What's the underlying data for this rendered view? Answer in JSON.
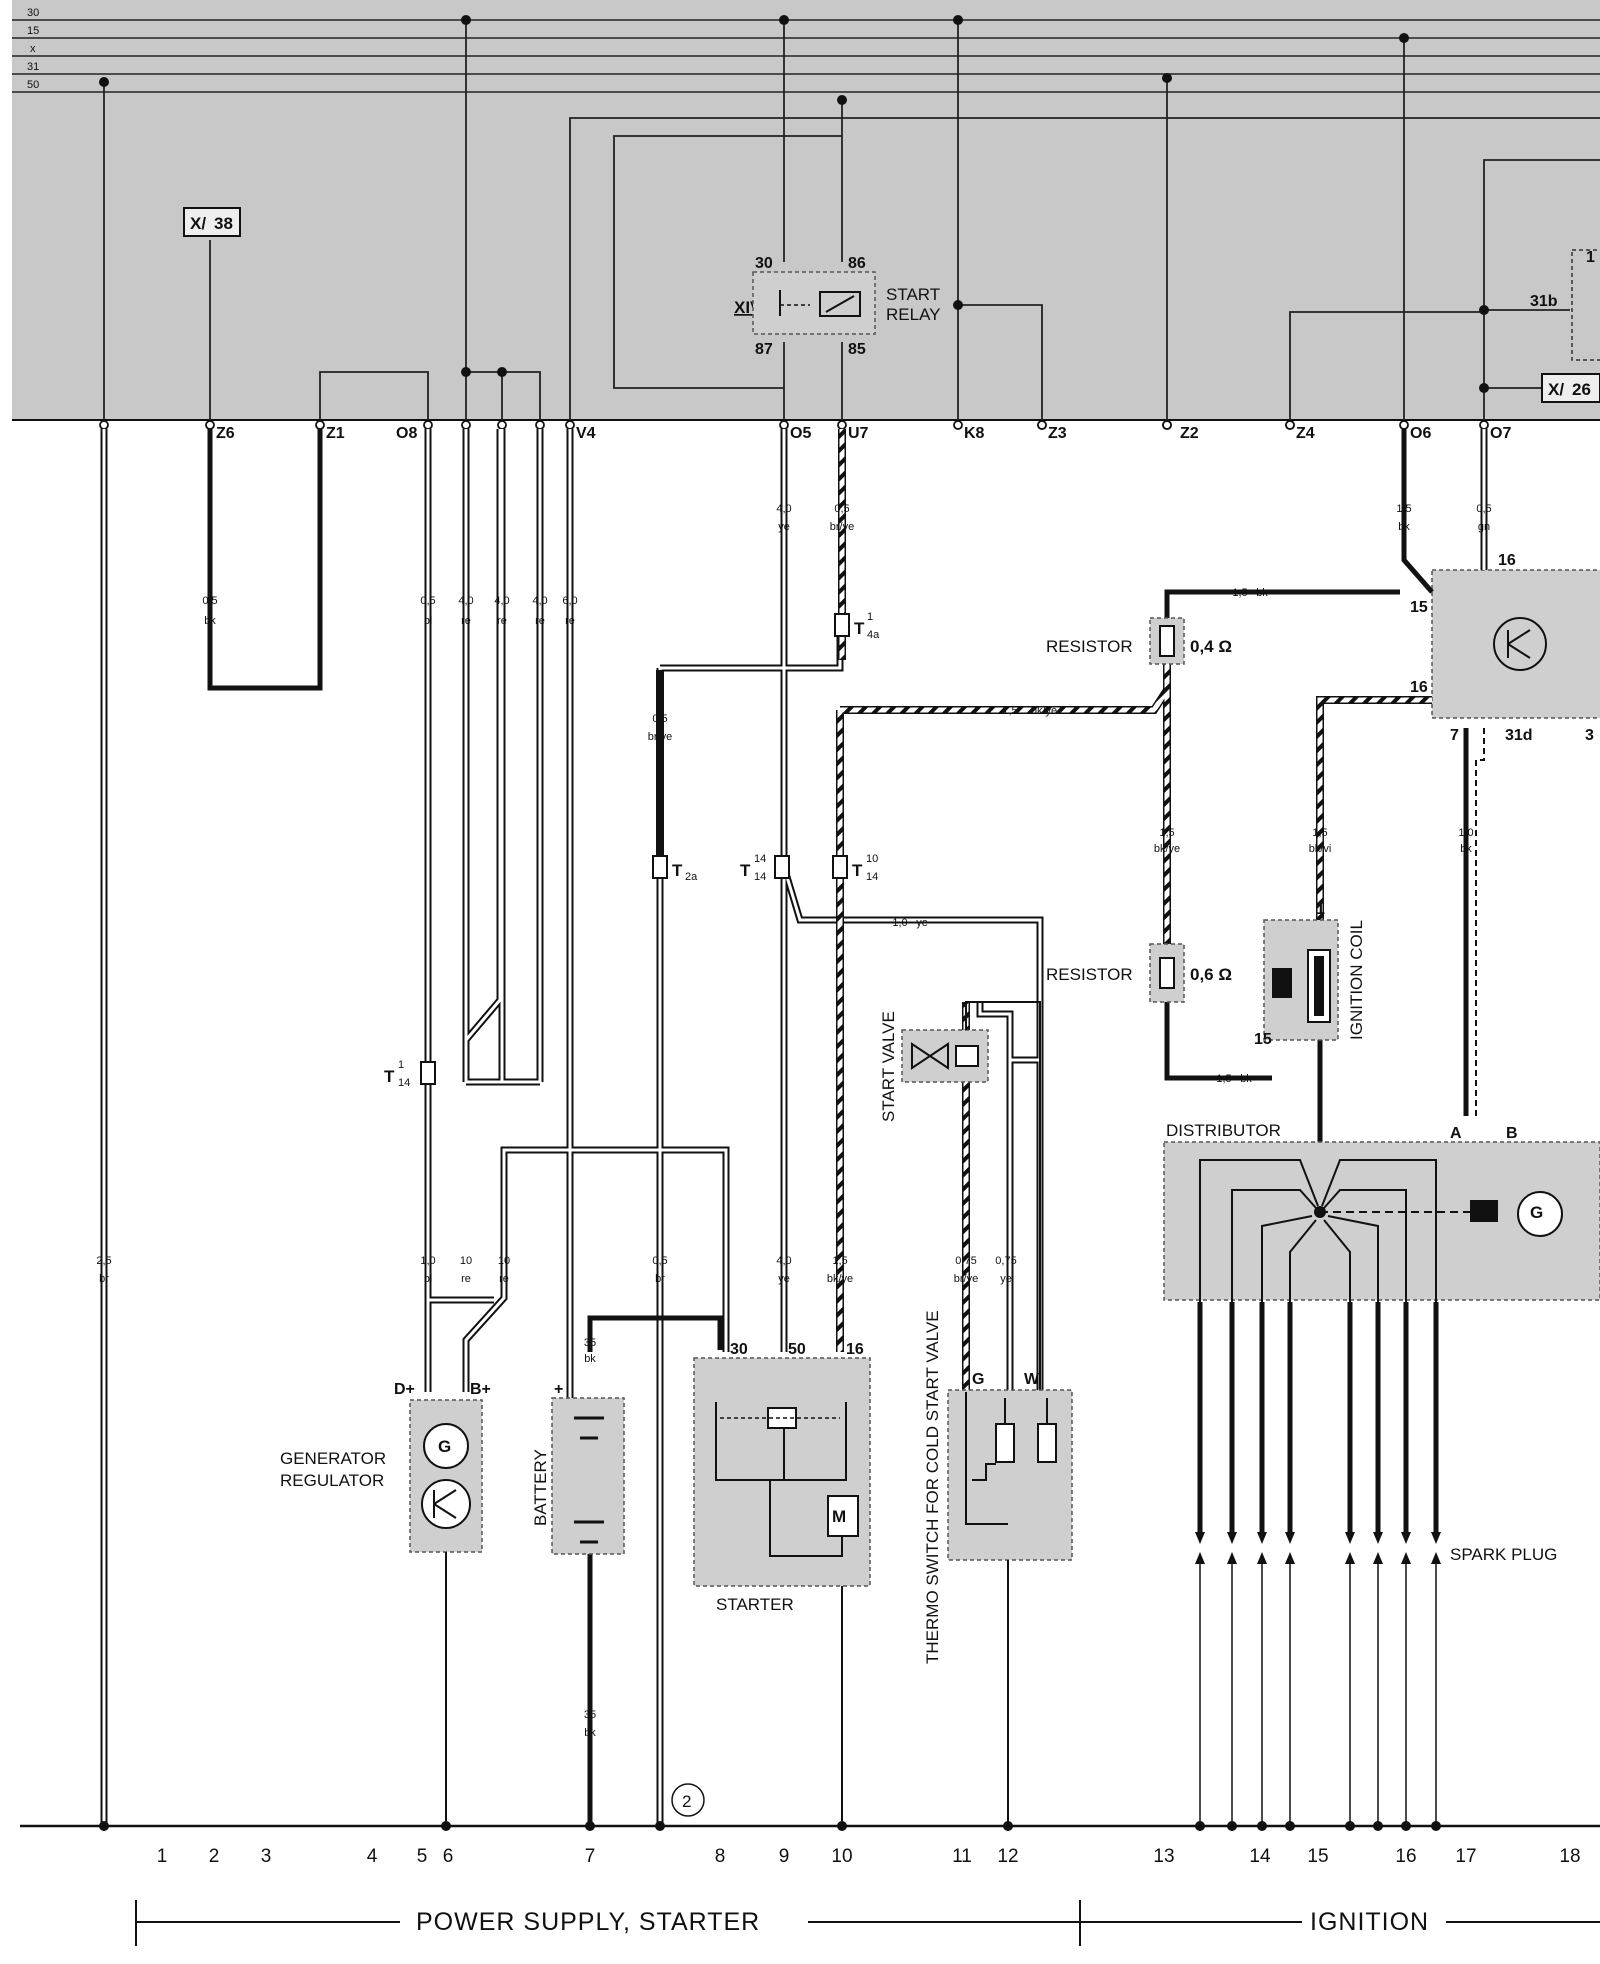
{
  "bus_lines": [
    {
      "id": "l30",
      "label": "30"
    },
    {
      "id": "l15",
      "label": "15"
    },
    {
      "id": "lx",
      "label": "x"
    },
    {
      "id": "l31",
      "label": "31"
    },
    {
      "id": "l50",
      "label": "50"
    }
  ],
  "connectors": {
    "z6": "Z6",
    "z1": "Z1",
    "o8": "O8",
    "v4": "V4",
    "o5": "O5",
    "u7": "U7",
    "k8": "K8",
    "z3": "Z3",
    "z2": "Z2",
    "z4": "Z4",
    "o6": "O6",
    "o7": "O7"
  },
  "fuse_refs": {
    "x38": "38",
    "x26": "26",
    "xiv": "XIV"
  },
  "start_relay": {
    "title_line1": "START",
    "title_line2": "RELAY",
    "pin30": "30",
    "pin86": "86",
    "pin87": "87",
    "pin85": "85"
  },
  "wires": {
    "z6": {
      "size": "0,5",
      "color": "bk"
    },
    "o8": {
      "size": "0,5",
      "color": "bl"
    },
    "re1": {
      "size": "4,0",
      "color": "re"
    },
    "re2": {
      "size": "4,0",
      "color": "re"
    },
    "re3": {
      "size": "4,0",
      "color": "re"
    },
    "v4": {
      "size": "6,0",
      "color": "re"
    },
    "o5": {
      "size": "4,0",
      "color": "ye"
    },
    "u7": {
      "size": "0,5",
      "color": "br/ye"
    },
    "o6": {
      "size": "1,5",
      "color": "bk"
    },
    "o7": {
      "size": "0,5",
      "color": "gn"
    },
    "ign15": {
      "size": "1,5",
      "color": "bk"
    },
    "bkye": {
      "size": "1,5",
      "color": "bk/ye"
    },
    "bkye_v": {
      "size": "1,5",
      "color": "bk/ye"
    },
    "bkvi": {
      "size": "1,5",
      "color": "bk/vi"
    },
    "brye_t2a": {
      "size": "0,5",
      "color": "br/ye"
    },
    "ye10": {
      "size": "1,0",
      "color": "ye"
    },
    "bk10": {
      "size": "1,0",
      "color": "bk"
    },
    "coil15": {
      "size": "1,5",
      "color": "bk"
    },
    "br25": {
      "size": "2,5",
      "color": "br"
    },
    "bl10": {
      "size": "1,0",
      "color": "bl"
    },
    "re10a": {
      "size": "10",
      "color": "re"
    },
    "re10b": {
      "size": "10",
      "color": "re"
    },
    "br05": {
      "size": "0,5",
      "color": "br"
    },
    "ye40": {
      "size": "4,0",
      "color": "ye"
    },
    "bkye15": {
      "size": "1,5",
      "color": "bk/ye"
    },
    "bat_plus": {
      "size": "35",
      "color": "bk"
    },
    "bat_minus": {
      "size": "35",
      "color": "bk"
    },
    "thermo_g": {
      "size": "0,75",
      "color": "br/ye"
    },
    "thermo_w": {
      "size": "0,75",
      "color": "ye"
    }
  },
  "plugs": {
    "t4a": {
      "main": "T",
      "sup": "1",
      "sub": "4a"
    },
    "t2a": {
      "main": "T",
      "sup": "",
      "sub": "2a"
    },
    "t14_14": {
      "main": "T",
      "sup": "14",
      "sub": "14"
    },
    "t14_10": {
      "main": "T",
      "sup": "10",
      "sub": "14"
    },
    "t14_1": {
      "main": "T",
      "sup": "1",
      "sub": "14"
    }
  },
  "components": {
    "resistor1": {
      "label": "RESISTOR",
      "value": "0,4 Ω"
    },
    "resistor2": {
      "label": "RESISTOR",
      "value": "0,6 Ω"
    },
    "ignition_coil": {
      "label": "IGNITION COIL",
      "pin1": "1",
      "pin15": "15"
    },
    "distributor": {
      "label": "DISTRIBUTOR",
      "pinA": "A",
      "pinB": "B",
      "gen_letter": "G"
    },
    "control_unit": {
      "pin15": "15",
      "pin16": "16",
      "pin16b": "16",
      "pin7": "7",
      "pin31d": "31d",
      "pin3": "3",
      "pin31b": "31b",
      "pin1": "1"
    },
    "start_valve": {
      "label": "START VALVE"
    },
    "thermo_switch": {
      "label": "THERMO SWITCH FOR COLD START VALVE",
      "pinG": "G",
      "pinW": "W"
    },
    "generator": {
      "label_line1": "GENERATOR",
      "label_line2": "REGULATOR",
      "pin_dplus": "D+",
      "pin_bplus": "B+",
      "gen_letter": "G"
    },
    "battery": {
      "label": "BATTERY",
      "plus": "+"
    },
    "starter": {
      "label": "STARTER",
      "pin30": "30",
      "pin50": "50",
      "pin16": "16",
      "motor_letter": "M"
    },
    "spark_plug": {
      "label": "SPARK PLUG"
    }
  },
  "ground_ref": "2",
  "column_numbers": [
    "1",
    "2",
    "3",
    "4",
    "5",
    "6",
    "7",
    "8",
    "9",
    "10",
    "11",
    "12",
    "13",
    "14",
    "15",
    "16",
    "17",
    "18"
  ],
  "sections": {
    "power": "POWER SUPPLY, STARTER",
    "ignition": "IGNITION"
  }
}
